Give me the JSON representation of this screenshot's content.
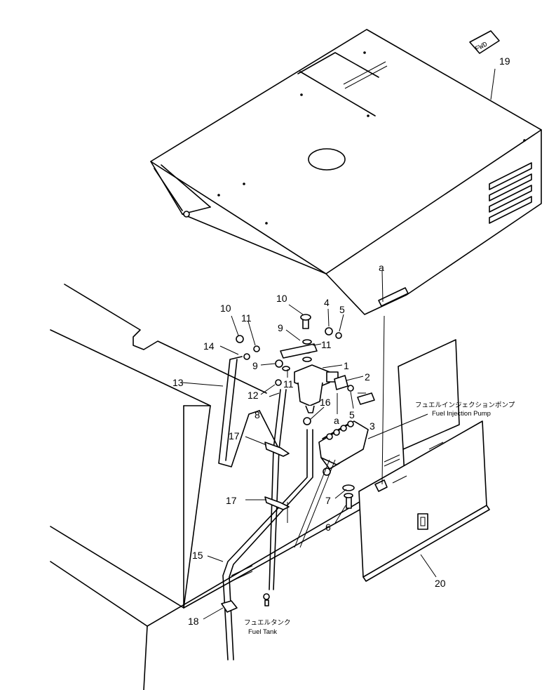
{
  "diagram": {
    "fwd_label": "FWD",
    "captions": {
      "pump_jp": "フュエルインジェクションポンプ",
      "pump_en": "Fuel Injection Pump",
      "tank_jp": "フュエルタンク",
      "tank_en": "Fuel Tank"
    },
    "letters": {
      "a_top": "a",
      "a_pump": "a"
    },
    "callouts": {
      "c1": "1",
      "c2": "2",
      "c3": "3",
      "c4": "4",
      "c5a": "5",
      "c5b": "5",
      "c6": "6",
      "c7": "7",
      "c8": "8",
      "c9a": "9",
      "c9b": "9",
      "c10a": "10",
      "c10b": "10",
      "c11a": "11",
      "c11b": "11",
      "c11c": "11",
      "c12": "12",
      "c13": "13",
      "c14": "14",
      "c15": "15",
      "c16": "16",
      "c17a": "17",
      "c17b": "17",
      "c18": "18",
      "c19": "19",
      "c20": "20"
    }
  }
}
